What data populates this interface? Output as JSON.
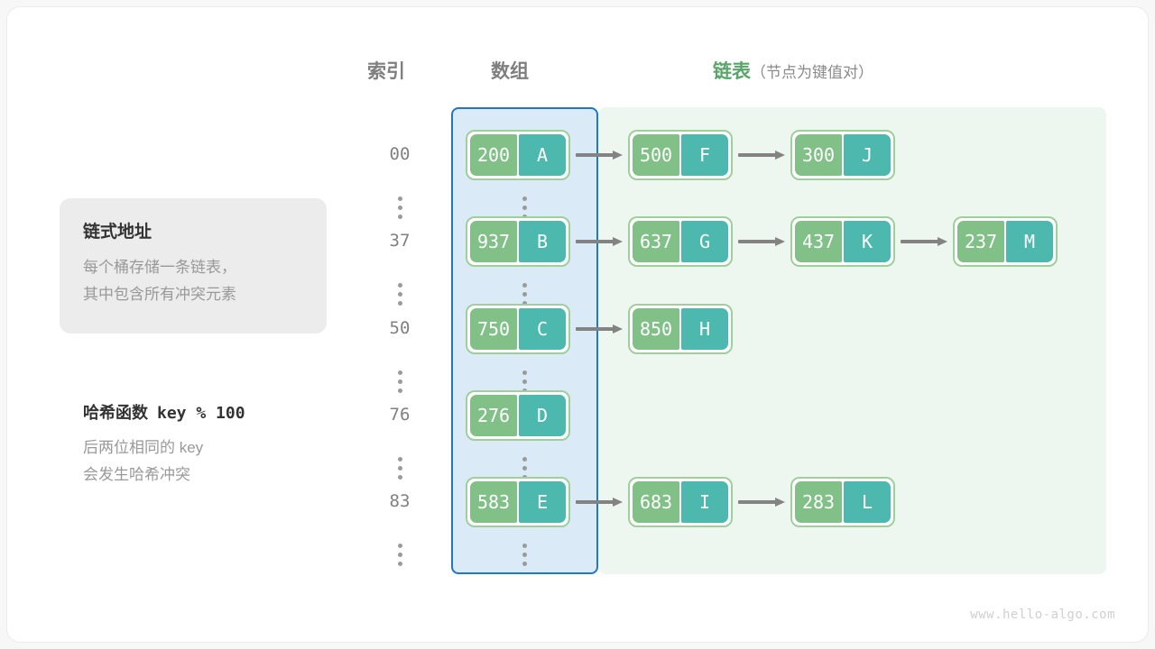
{
  "headers": {
    "index": "索引",
    "array": "数组",
    "list_main": "链表",
    "list_sub": "（节点为键值对）"
  },
  "info_card": {
    "title": "链式地址",
    "body": "每个桶存储一条链表，\n其中包含所有冲突元素"
  },
  "hash_note": {
    "title_cn": "哈希函数",
    "title_code": "key % 100",
    "body": "后两位相同的 key\n会发生哈希冲突"
  },
  "colors": {
    "key_cell": "#81c087",
    "value_cell": "#4cb8ae",
    "node_border": "#9fcf9b",
    "array_panel_border": "#1f78c1",
    "array_panel_fill": "#daeaf7",
    "list_panel_fill": "#eef7ef",
    "arrow": "#838383",
    "accent_green": "#5aa469"
  },
  "rows": [
    {
      "index": "00",
      "nodes": [
        {
          "key": "200",
          "value": "A"
        },
        {
          "key": "500",
          "value": "F"
        },
        {
          "key": "300",
          "value": "J"
        }
      ]
    },
    {
      "index": "37",
      "nodes": [
        {
          "key": "937",
          "value": "B"
        },
        {
          "key": "637",
          "value": "G"
        },
        {
          "key": "437",
          "value": "K"
        },
        {
          "key": "237",
          "value": "M"
        }
      ]
    },
    {
      "index": "50",
      "nodes": [
        {
          "key": "750",
          "value": "C"
        },
        {
          "key": "850",
          "value": "H"
        }
      ]
    },
    {
      "index": "76",
      "nodes": [
        {
          "key": "276",
          "value": "D"
        }
      ]
    },
    {
      "index": "83",
      "nodes": [
        {
          "key": "583",
          "value": "E"
        },
        {
          "key": "683",
          "value": "I"
        },
        {
          "key": "283",
          "value": "L"
        }
      ]
    }
  ],
  "footer": {
    "watermark": "www.hello-algo.com"
  }
}
